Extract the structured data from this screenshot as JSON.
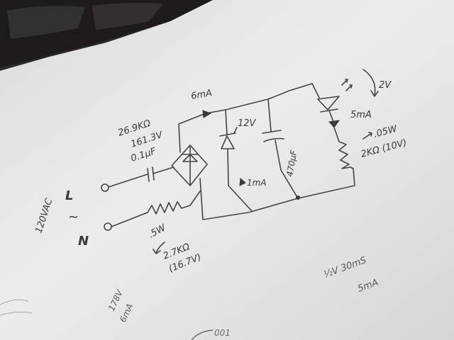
{
  "labels": {
    "source_voltage": "120VAC",
    "line": "L",
    "tilde": "~",
    "neutral": "N",
    "cap_reactance": "26.9KΩ",
    "cap_voltage": "161.3V",
    "cap_value": "0.1µF",
    "current_top": "6mA",
    "zener_voltage": "12V",
    "zener_current": "1mA",
    "filter_cap": "470µF",
    "led_vf": "2V",
    "led_current": "5mA",
    "led_power": ".05W",
    "led_resistor": "2KΩ (10V)",
    "series_res_power": ".5W",
    "series_res_value": "2.7KΩ",
    "series_res_drop": "(16.7V)",
    "note_half_v": "½V 30mS",
    "note_5ma": "5mA",
    "note_178v": "178V",
    "note_6ma": "6mA",
    "note_bottom": "001"
  },
  "colors": {
    "paper": "#e9e9e7",
    "ink": "#3a3a3a",
    "background": "#2b2926"
  }
}
